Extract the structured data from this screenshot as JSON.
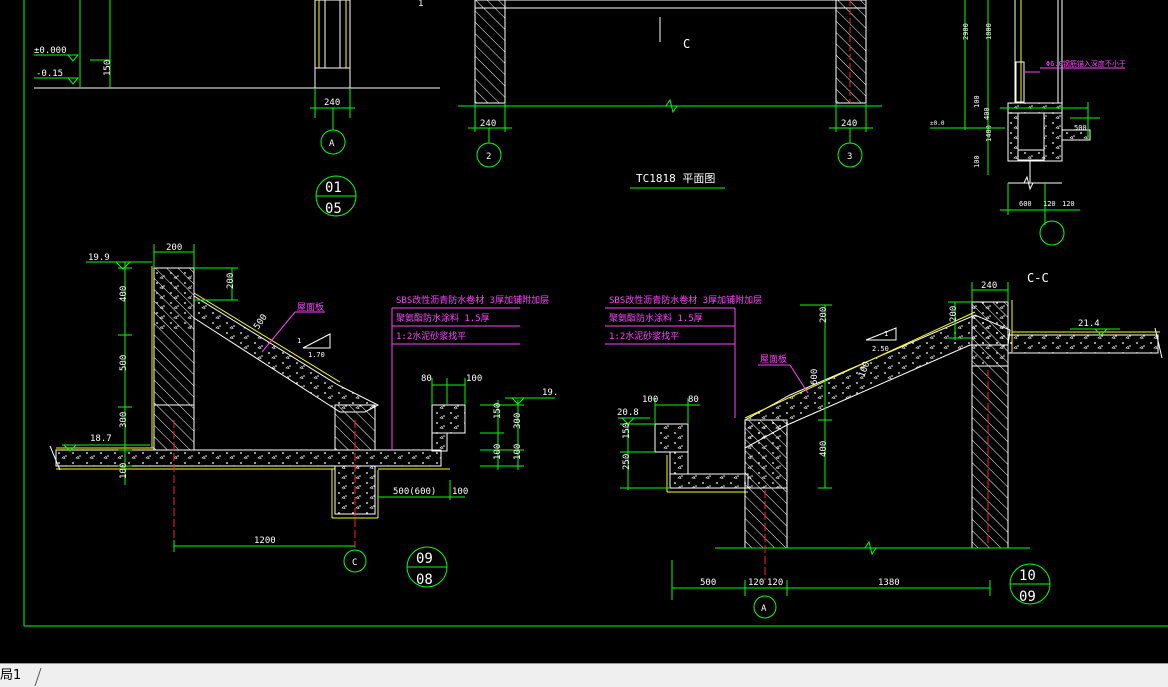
{
  "layout_tab": {
    "label": "局1"
  },
  "drawing": {
    "grid_bubbles": {
      "a1": "A",
      "g2": "2",
      "g3": "3",
      "c1": "C",
      "a2": "A"
    },
    "detail_bubbles": [
      {
        "top": "01",
        "bottom": "05"
      },
      {
        "top": "09",
        "bottom": "08"
      },
      {
        "top": "10",
        "bottom": "09"
      }
    ],
    "plan": {
      "title": "TC1818 平面图",
      "section_mark": "C"
    },
    "elevations": {
      "e000": "±0.000",
      "e015": "-0.15",
      "e199": "19.9",
      "e187": "18.7",
      "e19": "19.",
      "e208": "20.8",
      "e214": "21.4"
    },
    "dims": {
      "d240a": "240",
      "d150a": "150",
      "d240b": "240",
      "d240c": "240",
      "d200a": "200",
      "d200b": "200",
      "d400a": "400",
      "d500a": "500",
      "d300a": "300",
      "d100a": "100",
      "d500b": "500",
      "d80a": "80",
      "d100b": "100",
      "d150b": "150",
      "d300b": "300",
      "d100c": "100",
      "d100d": "100",
      "d5006": "500(600)",
      "d100e": "100",
      "d1200": "1200",
      "d100f": "100",
      "d80b": "80",
      "d150c": "150",
      "d250": "250",
      "d200c": "200",
      "d600": "600",
      "d400b": "400",
      "d500c": "500",
      "d120a": "120",
      "d120b": "120",
      "d1380": "1380",
      "d200d": "200",
      "d240d": "240",
      "d2900": "2900",
      "d1800": "1800",
      "d100g": "100",
      "d400c": "400",
      "d1400": "1400",
      "d100h": "100",
      "d600b": "600",
      "d120c": "120",
      "d120d": "120",
      "d500d": "500"
    },
    "slope_left": {
      "top": "1",
      "bottom": "1.70"
    },
    "slope_right": {
      "top": "1",
      "bottom": "2.50"
    },
    "notes_left": [
      "SBS改性沥青防水卷材 3厚加铺附加层",
      "聚氨酯防水涂料 1.5厚",
      "1:2水泥砂浆找平"
    ],
    "notes_right": [
      "SBS改性沥青防水卷材 3厚加铺附加层",
      "聚氨酯防水涂料 1.5厚",
      "1:2水泥砂浆找平"
    ],
    "leader_left": "屋面板",
    "leader_right": "屋面板",
    "section_cc": "C-C",
    "detail_note": "Φ6.0钢筋锚入深度不小于"
  }
}
